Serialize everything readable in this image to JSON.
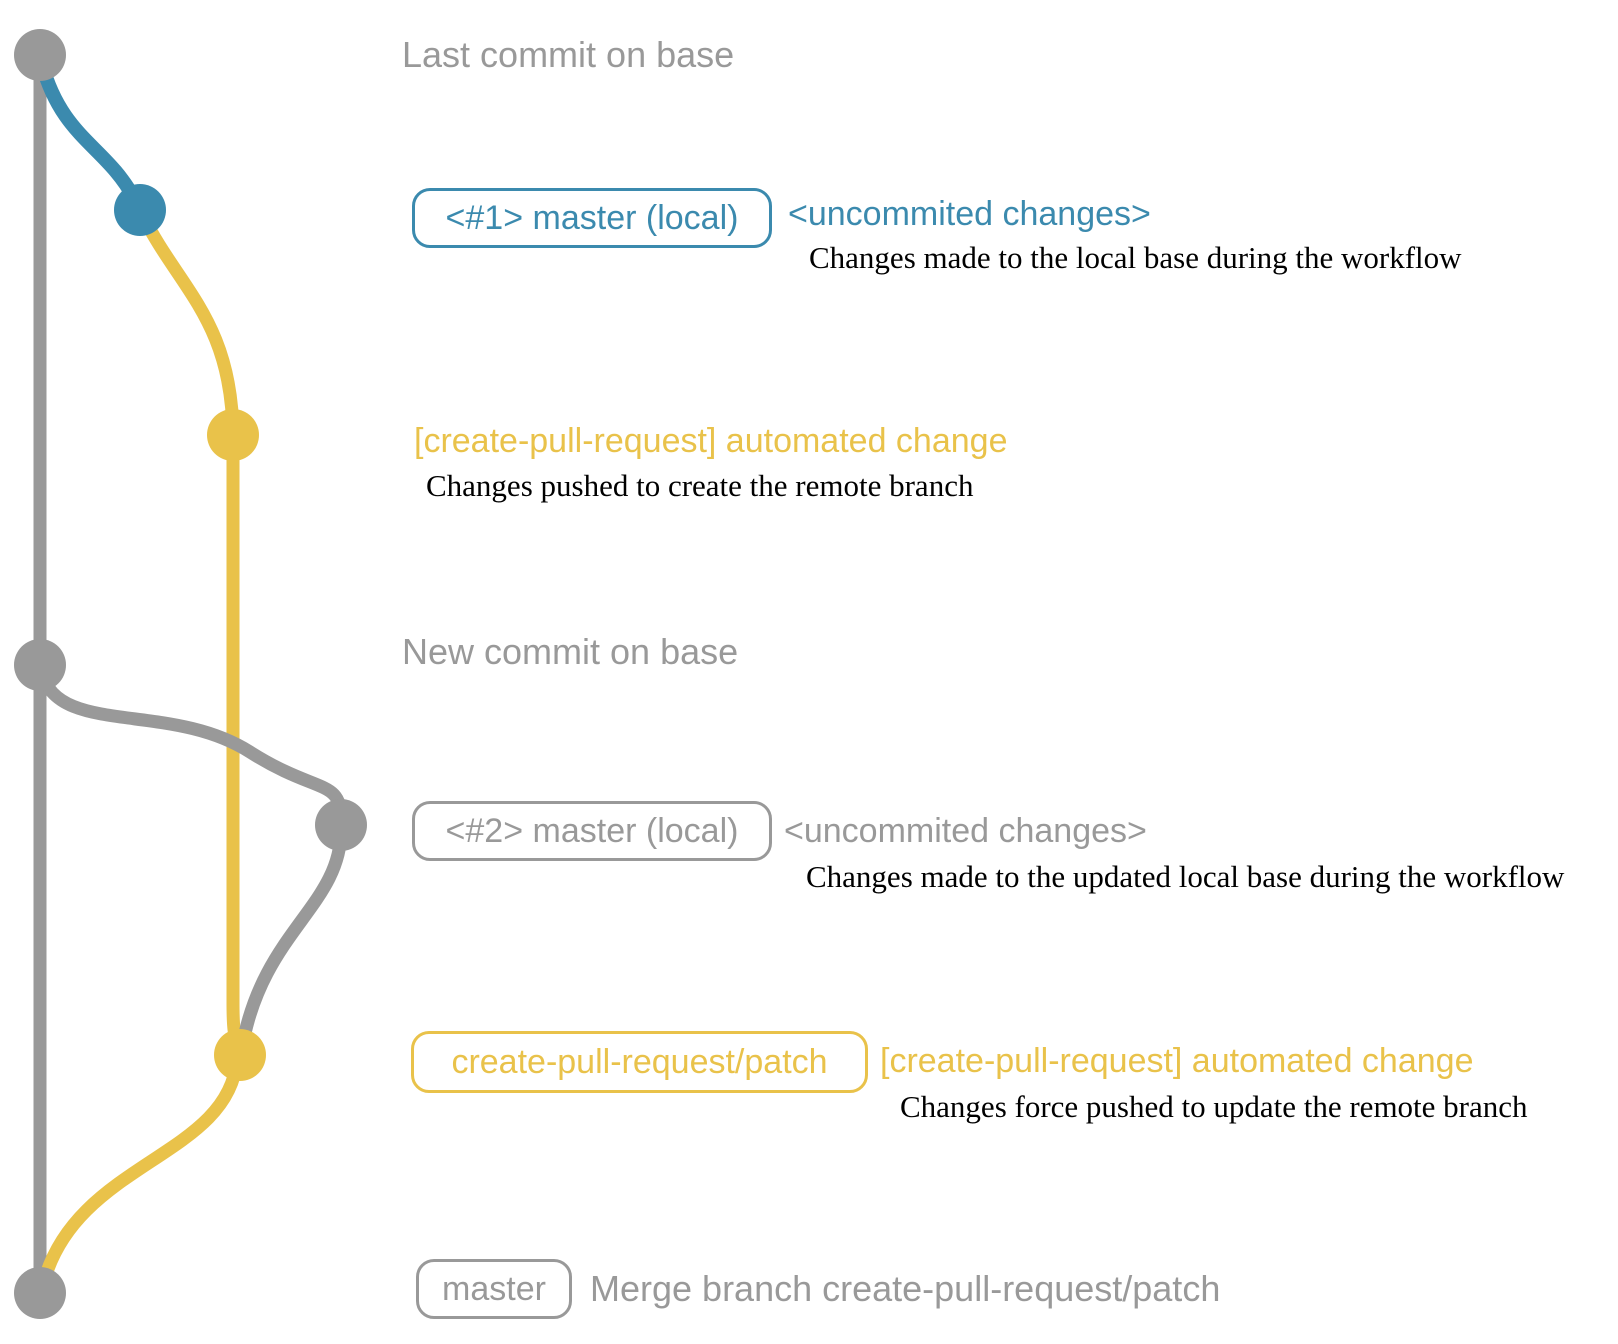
{
  "colors": {
    "gray": "#999999",
    "blue": "#3b8aae",
    "yellow": "#e9c24a",
    "ink": "#000000"
  },
  "notes": {
    "last_commit": "Last commit on base",
    "new_commit": "New commit on base"
  },
  "rows": {
    "local1": {
      "badge": "<#1> master (local)",
      "annotation": "<uncommited changes>",
      "description": "Changes made to the local base during the workflow"
    },
    "push1": {
      "annotation": "[create-pull-request] automated change",
      "description": "Changes pushed to create the remote branch"
    },
    "local2": {
      "badge": "<#2> master (local)",
      "annotation": "<uncommited changes>",
      "description": "Changes made to the updated local base during the workflow"
    },
    "push2": {
      "badge": "create-pull-request/patch",
      "annotation": "[create-pull-request] automated change",
      "description": "Changes force pushed to update the remote branch"
    },
    "merge": {
      "badge": "master",
      "description": "Merge branch create-pull-request/patch"
    }
  }
}
